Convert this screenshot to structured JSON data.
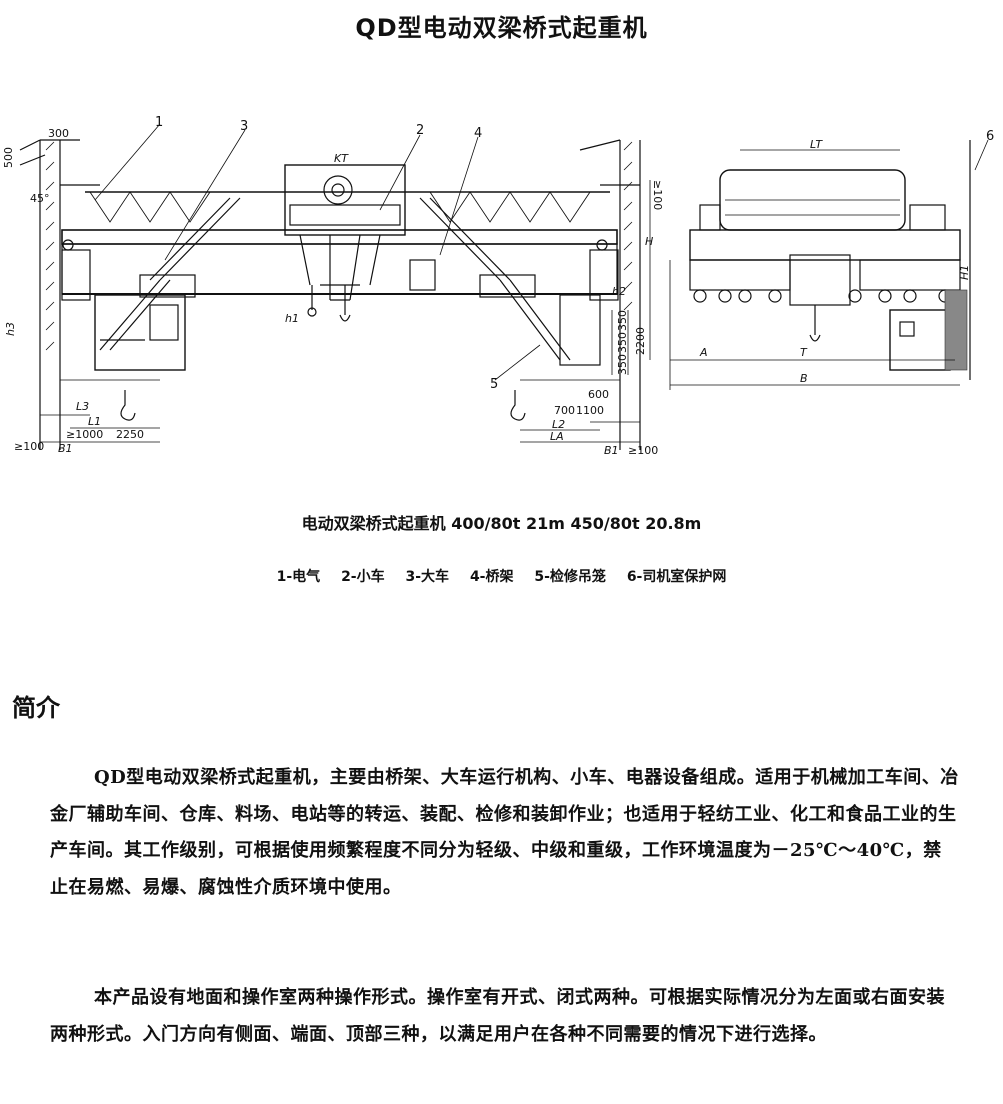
{
  "title": "QD型电动双梁桥式起重机",
  "figure": {
    "labels": {
      "d300": "300",
      "d500": "500",
      "angle45": "45°",
      "n1": "1",
      "n2": "2",
      "n3": "3",
      "n4": "4",
      "n5": "5",
      "n6": "6",
      "kt": "KT",
      "lt": "LT",
      "ge100_top": "≥100",
      "H": "H",
      "h1": "h1",
      "h2": "h2",
      "h3": "h3",
      "H1": "H1",
      "d350a": "350",
      "d350b": "350",
      "d350c": "350",
      "d2200": "2200",
      "d600": "600",
      "d700": "700",
      "d1100": "1100",
      "L1": "L1",
      "L2": "L2",
      "L3": "L3",
      "LA": "LA",
      "d1000": "≥1000",
      "d2250": "2250",
      "B1a": "B1",
      "B1b": "B1",
      "ge100_left": "≥100",
      "ge100_right": "≥100",
      "A": "A",
      "T": "T",
      "B": "B"
    }
  },
  "caption_main": "电动双梁桥式起重机  400/80t  21m  450/80t  20.8m",
  "legend": [
    "1-电气",
    "2-小车",
    "3-大车",
    "4-桥架",
    "5-检修吊笼",
    "6-司机室保护网"
  ],
  "section_title": "简介",
  "paragraphs": [
    "QD型电动双梁桥式起重机，主要由桥架、大车运行机构、小车、电器设备组成。适用于机械加工车间、冶金厂辅助车间、仓库、料场、电站等的转运、装配、检修和装卸作业；也适用于轻纺工业、化工和食品工业的生产车间。其工作级别，可根据使用频繁程度不同分为轻级、中级和重级，工作环境温度为－25℃～40℃，禁止在易燃、易爆、腐蚀性介质环境中使用。",
    "本产品设有地面和操作室两种操作形式。操作室有开式、闭式两种。可根据实际情况分为左面或右面安装两种形式。入门方向有侧面、端面、顶部三种，以满足用户在各种不同需要的情况下进行选择。"
  ]
}
